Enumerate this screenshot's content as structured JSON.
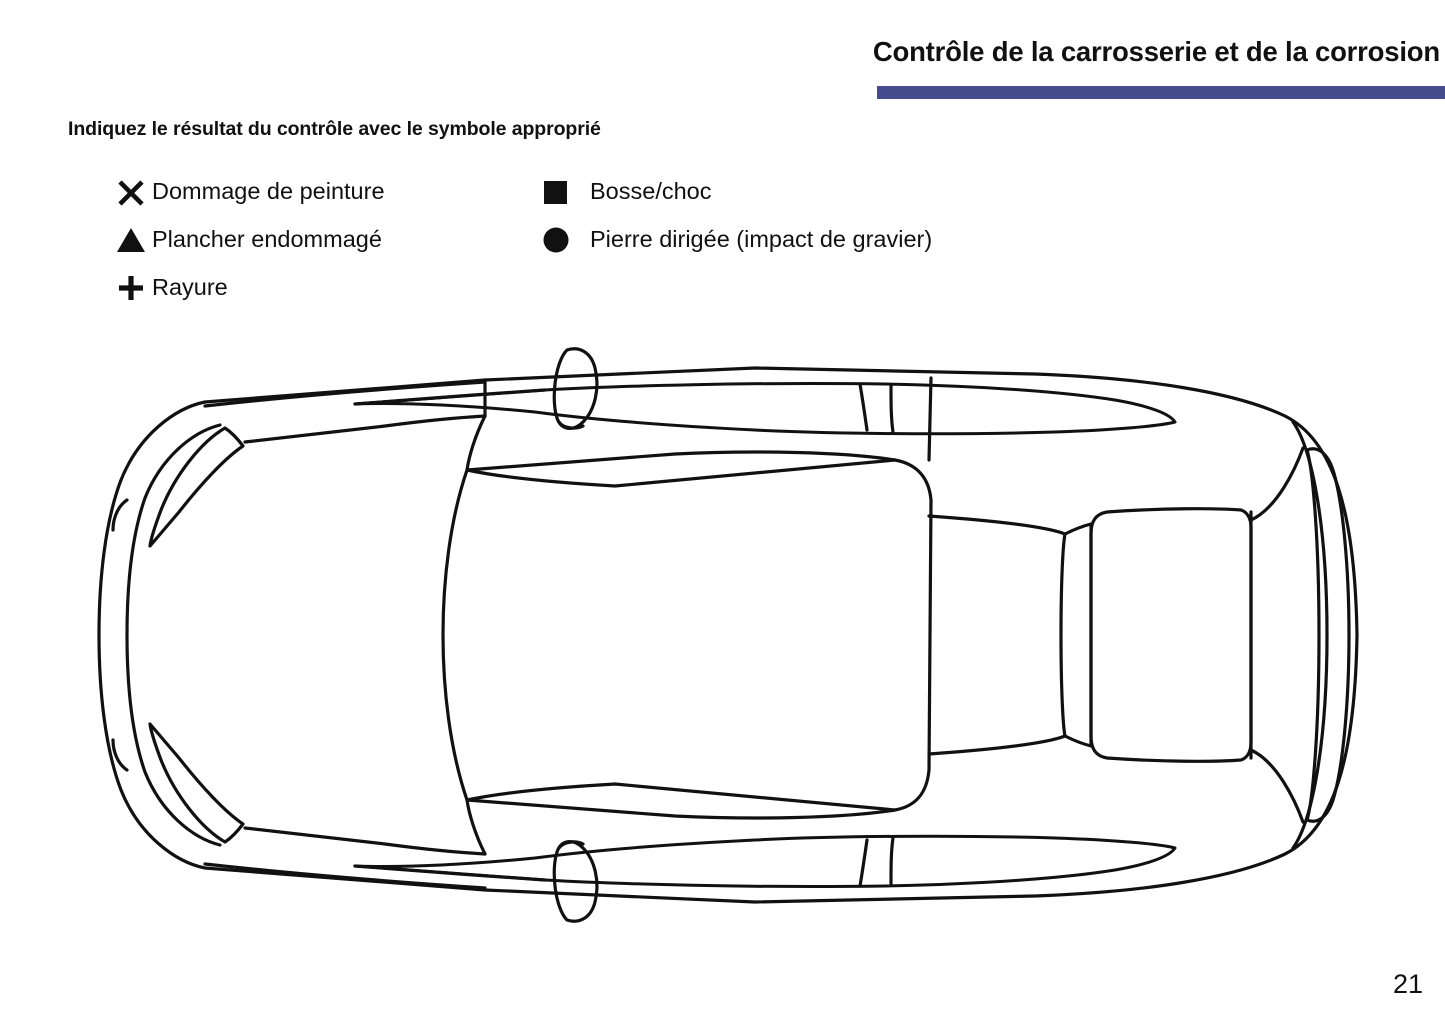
{
  "header": {
    "title": "Contrôle de la carrosserie et de la corrosion",
    "rule_color": "#454b8c"
  },
  "legend": {
    "heading": "Indiquez le résultat du contrôle avec le symbole approprié",
    "columns": [
      {
        "items": [
          {
            "symbol": "cross-x",
            "label": "Dommage de peinture"
          },
          {
            "symbol": "triangle",
            "label": "Plancher endommagé"
          },
          {
            "symbol": "plus",
            "label": "Rayure"
          }
        ]
      },
      {
        "items": [
          {
            "symbol": "square",
            "label": "Bosse/choc"
          },
          {
            "symbol": "circle",
            "label": "Pierre dirigée (impact de gravier)"
          }
        ]
      }
    ]
  },
  "diagram": {
    "name": "car-top-view-outline",
    "description": "Vue de dessus de la carrosserie"
  },
  "footer": {
    "page_number": "21"
  }
}
